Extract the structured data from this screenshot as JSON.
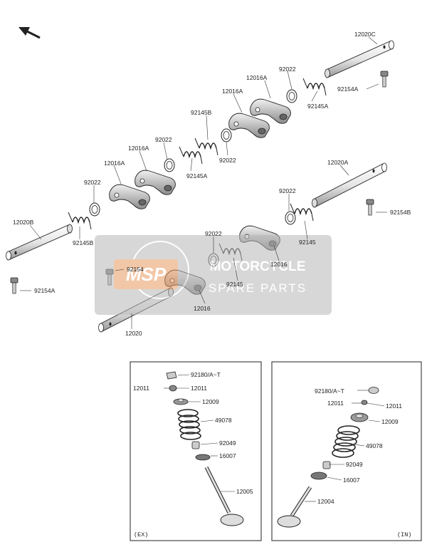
{
  "watermark": {
    "brand": "MOTORCYCLE",
    "sub": "SPARE PARTS",
    "logo": "MSP"
  },
  "labels": {
    "p12020C": "12020C",
    "p92154A_top": "92154A",
    "p92022_a": "92022",
    "p92145A_top": "92145A",
    "p12016A_a": "12016A",
    "p12016A_b": "12016A",
    "p92145B_mid": "92145B",
    "p92022_b": "92022",
    "p92145A_mid": "92145A",
    "p92022_c": "92022",
    "p12016A_c": "12016A",
    "p12016A_d": "12016A",
    "p92022_d": "92022",
    "p12020B": "12020B",
    "p92145B_left": "92145B",
    "p12020A": "12020A",
    "p92022_e": "92022",
    "p92154B": "92154B",
    "p92022_f": "92022",
    "p92145_r": "92145",
    "p12016_r": "12016",
    "p92145_c": "92145",
    "p92154": "92154",
    "p12016_c": "12016",
    "p92154A_left": "92154A",
    "p12020": "12020"
  },
  "ex_box": {
    "tag": "(EX)",
    "labels": [
      "92180/A~T",
      "12011",
      "12011",
      "12009",
      "49078",
      "92049",
      "16007",
      "12005"
    ]
  },
  "in_box": {
    "tag": "(IN)",
    "labels": [
      "92180/A~T",
      "12011",
      "12011",
      "12009",
      "49078",
      "92049",
      "16007",
      "12004"
    ]
  },
  "colors": {
    "line": "#222222",
    "part_fill": "#d9d9d9",
    "part_dark": "#555555",
    "watermark_bg": "#c8c8c8",
    "watermark_accent": "#e8a070"
  }
}
